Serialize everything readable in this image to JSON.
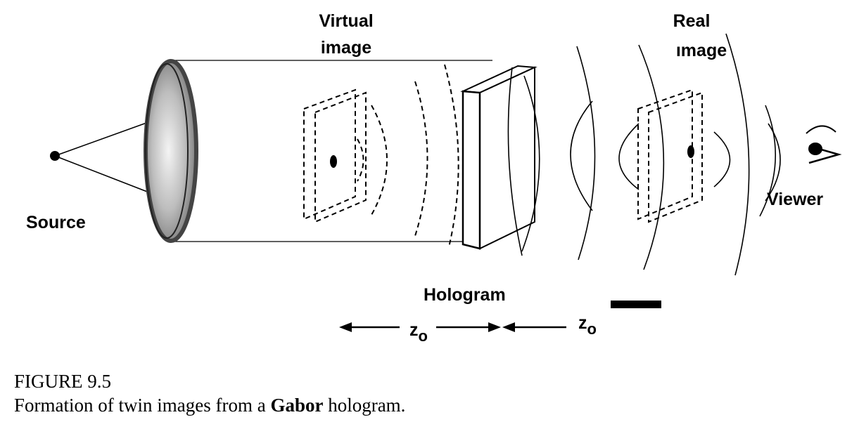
{
  "labels": {
    "virtual_image_1": "Virtual",
    "virtual_image_2": "image",
    "real_image_1": "Real",
    "real_image_2": "ımage",
    "source": "Source",
    "viewer": "Viewer",
    "hologram": "Hologram",
    "z_left": "z",
    "z_left_sub": "o",
    "z_right": "z",
    "z_right_sub": "o"
  },
  "caption": {
    "number": "FIGURE 9.5",
    "text_before": "Formation of twin images from a ",
    "text_bold": "Gabor",
    "text_after": " hologram."
  }
}
